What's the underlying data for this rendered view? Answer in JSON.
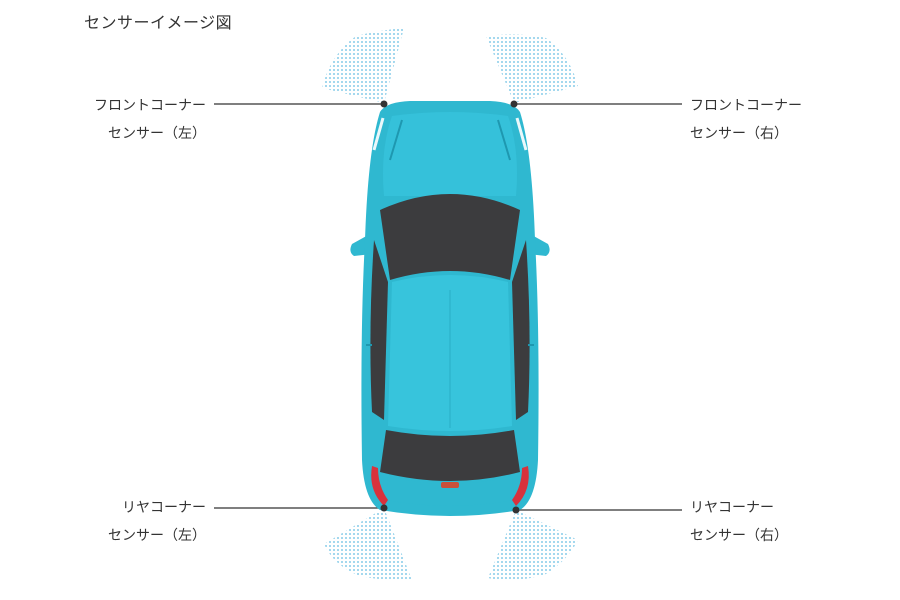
{
  "title": "センサーイメージ図",
  "labels": {
    "front_left": {
      "line1": "フロントコーナー",
      "line2": "センサー（左）"
    },
    "front_right": {
      "line1": "フロントコーナー",
      "line2": "センサー（右）"
    },
    "rear_left": {
      "line1": "リヤコーナー",
      "line2": "センサー（左）"
    },
    "rear_right": {
      "line1": "リヤコーナー",
      "line2": "センサー（右）"
    }
  },
  "colors": {
    "body": "#2fb8d0",
    "body_dark": "#1e98b0",
    "roof": "#37c4dc",
    "glass": "#3c3c3e",
    "sensor_wave": "#7ec8e6",
    "tail_light": "#d8323c",
    "leader_line": "#333333"
  }
}
